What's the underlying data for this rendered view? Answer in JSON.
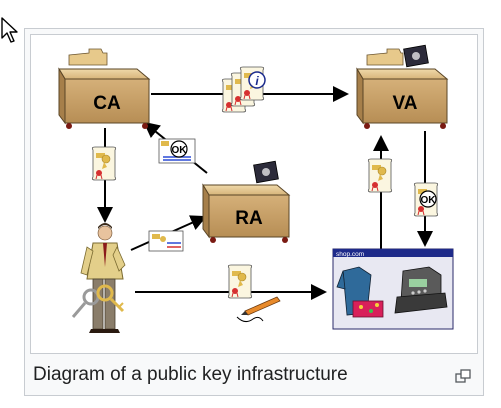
{
  "diagram": {
    "nodes": {
      "ca": "CA",
      "va": "VA",
      "ra": "RA"
    },
    "ok_badge": "OK",
    "info_badge": "i",
    "shop_url": "shop.com"
  },
  "caption": "Diagram of a public key infrastructure",
  "icons": [
    "cursor-arrow-icon",
    "enlarge-icon",
    "certificate-icon",
    "key-icon",
    "pen-icon",
    "cash-register-icon",
    "shopping-bag-icon"
  ]
}
